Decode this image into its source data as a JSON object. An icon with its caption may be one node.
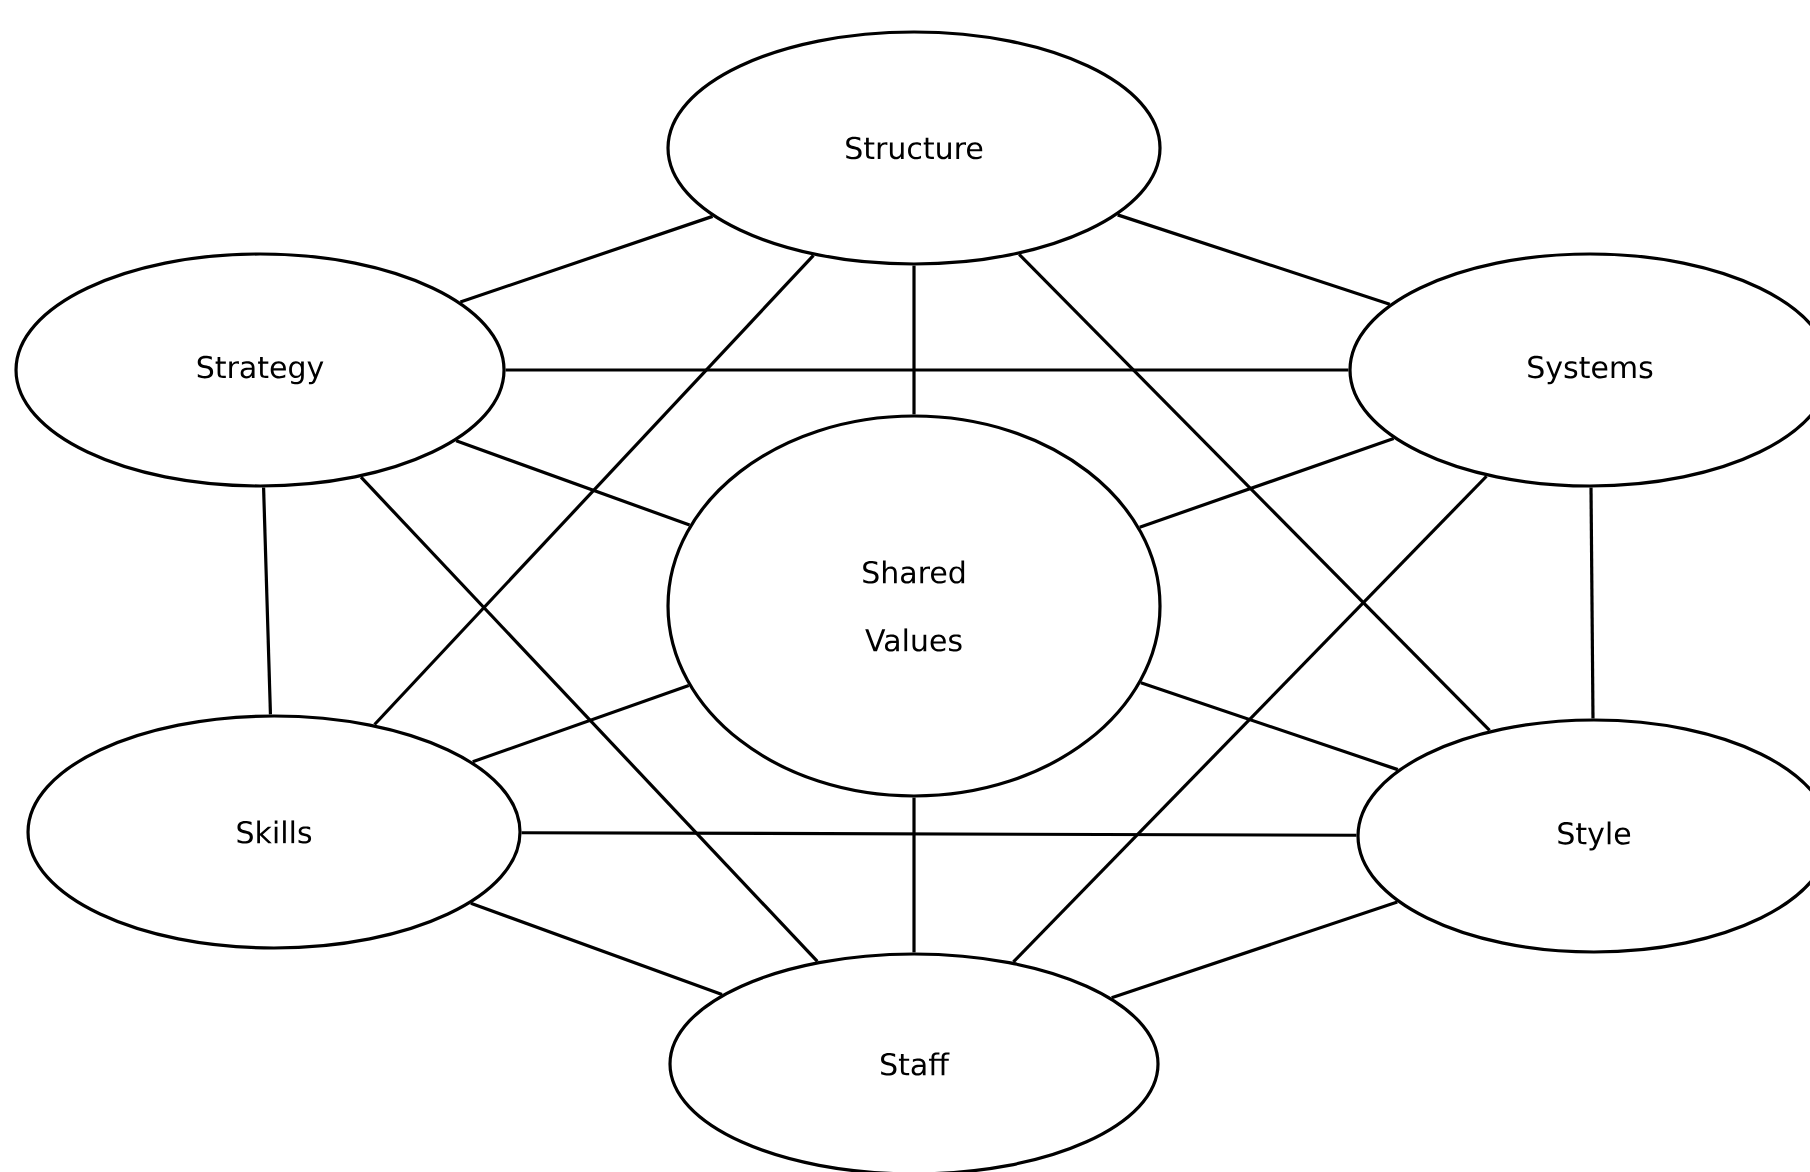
{
  "diagram": {
    "nodes": [
      {
        "text": [
          "Structure"
        ]
      },
      {
        "text": [
          "Strategy"
        ]
      },
      {
        "text": [
          "Systems"
        ]
      },
      {
        "text": [
          "Shared Values"
        ]
      },
      {
        "text": [
          "Skills"
        ]
      },
      {
        "text": [
          "Style"
        ]
      },
      {
        "text": [
          "Staff"
        ]
      }
    ],
    "edges": [
      {
        "from": 0,
        "to": 1,
        "arrow": "none"
      },
      {
        "from": 0,
        "to": 2,
        "arrow": "none"
      },
      {
        "from": 0,
        "to": 3,
        "arrow": "none"
      },
      {
        "from": 0,
        "to": 4,
        "arrow": "none"
      },
      {
        "from": 0,
        "to": 5,
        "arrow": "none"
      },
      {
        "from": 1,
        "to": 2,
        "arrow": "none"
      },
      {
        "from": 1,
        "to": 3,
        "arrow": "none"
      },
      {
        "from": 1,
        "to": 4,
        "arrow": "none"
      },
      {
        "from": 1,
        "to": 6,
        "arrow": "none"
      },
      {
        "from": 2,
        "to": 3,
        "arrow": "none"
      },
      {
        "from": 2,
        "to": 6,
        "arrow": "none"
      },
      {
        "from": 2,
        "to": 5,
        "arrow": "none"
      },
      {
        "from": 3,
        "to": 4,
        "arrow": "none"
      },
      {
        "from": 3,
        "to": 5,
        "arrow": "none"
      },
      {
        "from": 3,
        "to": 6,
        "arrow": "none"
      },
      {
        "from": 4,
        "to": 5,
        "arrow": "none"
      },
      {
        "from": 4,
        "to": 6,
        "arrow": "none"
      },
      {
        "from": 5,
        "to": 6,
        "arrow": "none"
      }
    ]
  }
}
